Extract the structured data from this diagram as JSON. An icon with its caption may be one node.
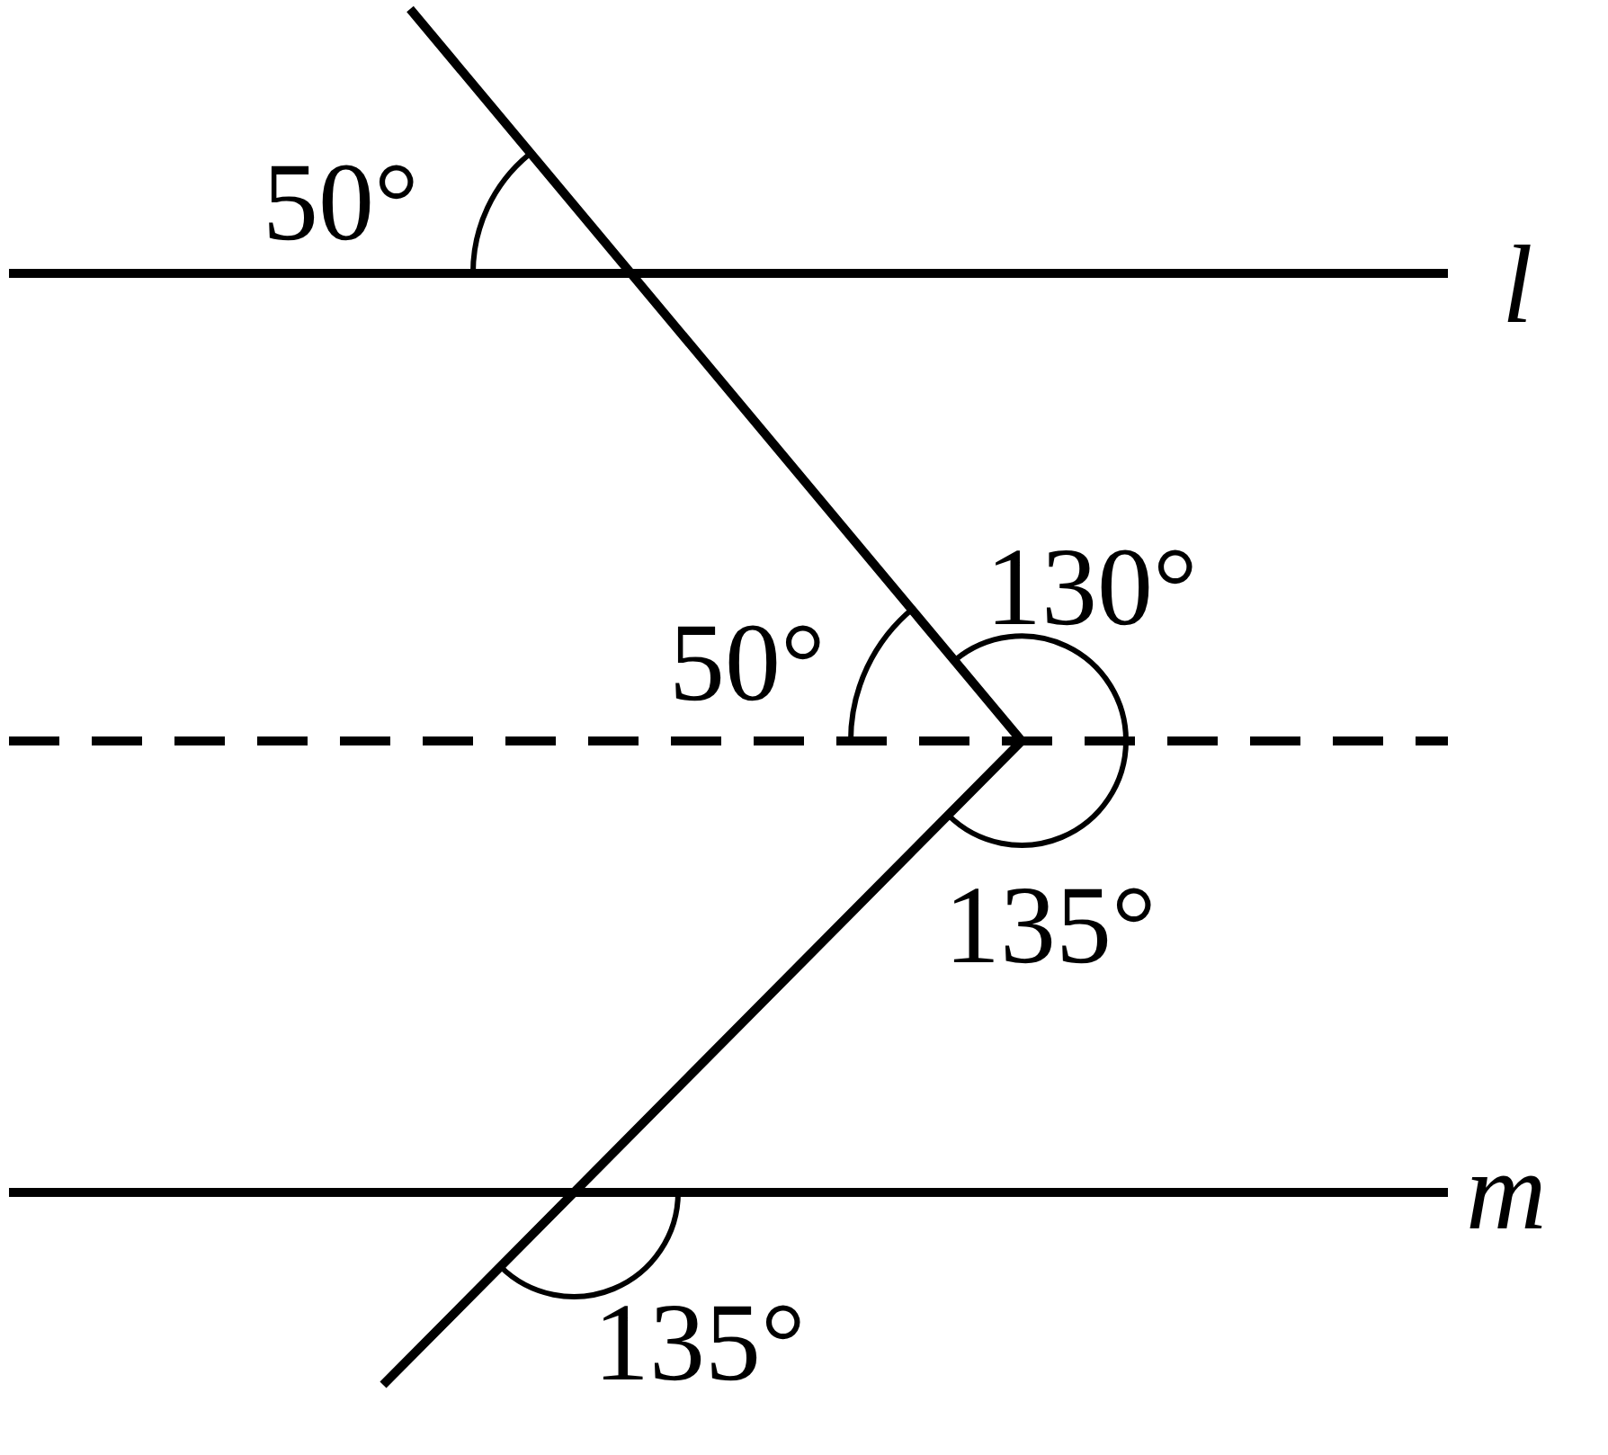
{
  "diagram": {
    "labels": [
      "50°",
      "l",
      "130°",
      "50°",
      "135°",
      "m",
      "135°"
    ]
  }
}
